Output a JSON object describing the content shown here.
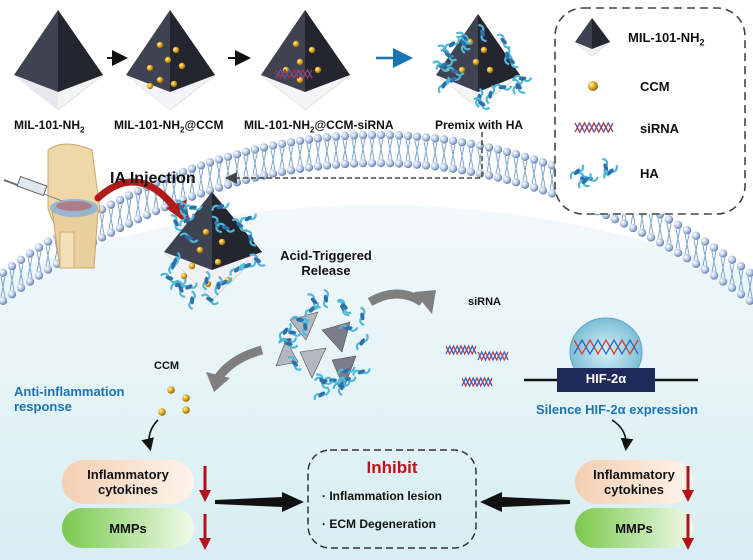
{
  "step_labels": {
    "step1_prefix": "MIL-101-NH",
    "step2_prefix": "MIL-101-NH",
    "step2_suffix": "@CCM",
    "step3_prefix": "MIL-101-NH",
    "step3_suffix": "@CCM-siRNA",
    "step4": "Premix with HA",
    "subscript": "2"
  },
  "legend": {
    "items": [
      {
        "prefix": "MIL-101-NH",
        "sub": "2",
        "icon": "octahedron-icon"
      },
      {
        "prefix": "CCM",
        "sub": "",
        "icon": "ccm-dot-icon"
      },
      {
        "prefix": "siRNA",
        "sub": "",
        "icon": "sirna-helix-icon"
      },
      {
        "prefix": "HA",
        "sub": "",
        "icon": "ha-strand-icon"
      }
    ]
  },
  "injection_label": "IA Injection",
  "release_label": [
    "Acid-Triggered",
    "Release"
  ],
  "sirna_label": "siRNA",
  "ccm_label": "CCM",
  "hif_label": "HIF-2α",
  "left_response": [
    "Anti-inflammation",
    "response"
  ],
  "right_response": "Silence HIF-2α expression",
  "cytokines": [
    "Inflammatory",
    "cytokines"
  ],
  "mmps": "MMPs",
  "inhibit": {
    "title": "Inhibit",
    "items": [
      "· Inflammation lesion",
      "· ECM Degeneration"
    ]
  },
  "colors": {
    "accent_blue": "#1a73b5",
    "inhibit_red": "#c0121a",
    "down_arrow": "#b3121b",
    "cytokine_fill": "#f6dcc6",
    "mmp_fill": "#8fd06a",
    "octahedron": "#4a4d5c",
    "ccm_gold": "#d8a21e"
  }
}
